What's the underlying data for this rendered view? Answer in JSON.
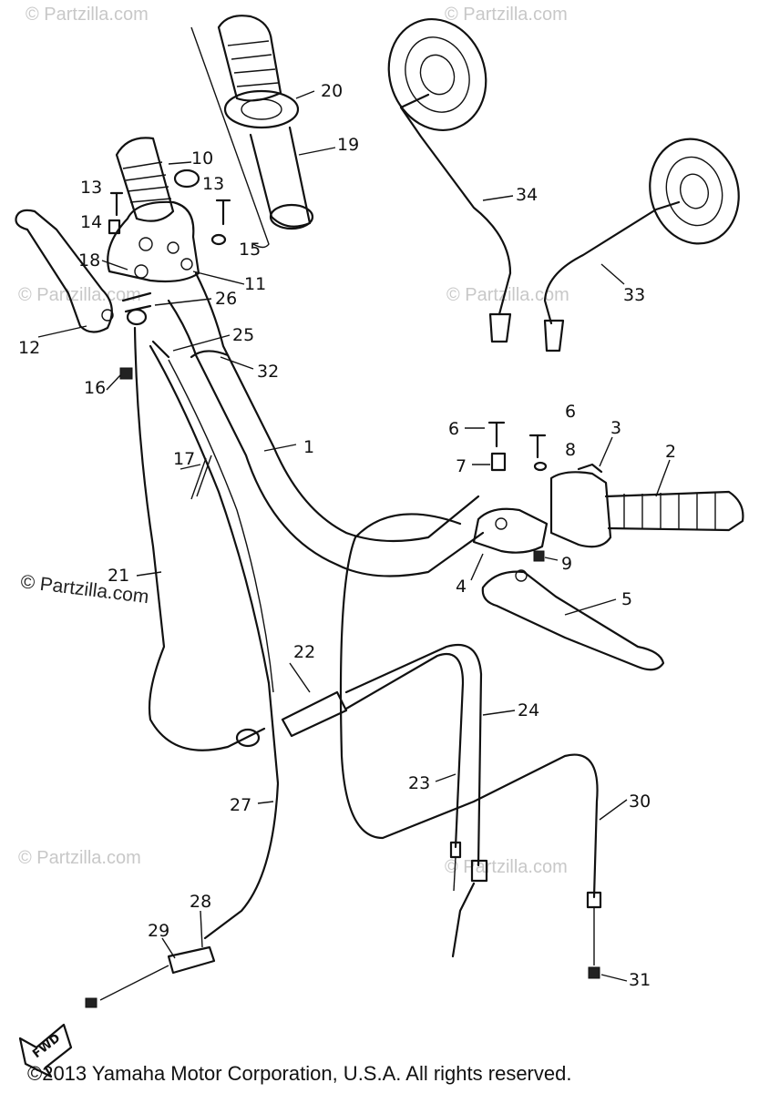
{
  "watermarks": [
    "© Partzilla.com"
  ],
  "watermark_main": "© Partzilla.com",
  "fwd_label": "FWD",
  "copyright": "©2013  Yamaha Motor Corporation, U.S.A. All rights reserved.",
  "callouts": [
    "1",
    "2",
    "3",
    "4",
    "5",
    "6",
    "7",
    "8",
    "9",
    "10",
    "11",
    "12",
    "13",
    "14",
    "15",
    "16",
    "17",
    "18",
    "19",
    "20",
    "21",
    "22",
    "23",
    "24",
    "25",
    "26",
    "27",
    "28",
    "29",
    "30",
    "31",
    "32",
    "33",
    "34"
  ]
}
